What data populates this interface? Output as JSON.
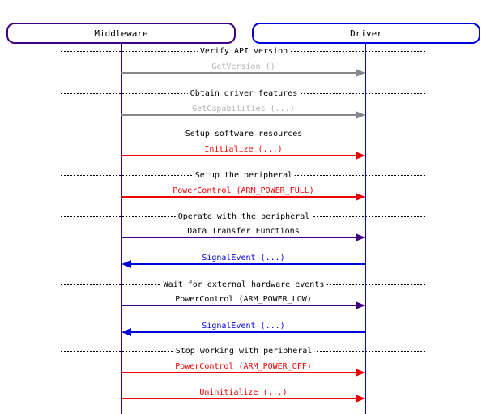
{
  "diagram": {
    "type": "sequence-diagram",
    "actors": [
      {
        "label": "Middleware",
        "color": "#400080"
      },
      {
        "label": "Driver",
        "color": "#0000dd"
      }
    ],
    "colors": {
      "gray_line": "#878787",
      "gray_text": "#b3b3b3",
      "red": "#ee0000",
      "blue": "#0000dd",
      "purple": "#400080",
      "black": "#000000",
      "background": "#ffffff"
    },
    "dividers": [
      {
        "label": "Verify API version"
      },
      {
        "label": "Obtain driver features"
      },
      {
        "label": "Setup software resources"
      },
      {
        "label": "Setup the peripheral"
      },
      {
        "label": "Operate with the peripheral"
      },
      {
        "label": "Wait for external hardware events"
      },
      {
        "label": "Stop working with peripheral"
      }
    ],
    "messages": [
      {
        "label": "GetVersion ()",
        "from": "Middleware",
        "to": "Driver",
        "style": "gray"
      },
      {
        "label": "GetCapabilities (...)",
        "from": "Middleware",
        "to": "Driver",
        "style": "gray"
      },
      {
        "label": "Initialize (...)",
        "from": "Middleware",
        "to": "Driver",
        "style": "red"
      },
      {
        "label": "PowerControl (ARM_POWER_FULL)",
        "from": "Middleware",
        "to": "Driver",
        "style": "red"
      },
      {
        "label": "Data Transfer Functions",
        "from": "Middleware",
        "to": "Driver",
        "style": "purple"
      },
      {
        "label": "SignalEvent (...)",
        "from": "Driver",
        "to": "Middleware",
        "style": "blue"
      },
      {
        "label": "PowerControl (ARM_POWER_LOW)",
        "from": "Middleware",
        "to": "Driver",
        "style": "purple"
      },
      {
        "label": "SignalEvent (...)",
        "from": "Driver",
        "to": "Middleware",
        "style": "blue"
      },
      {
        "label": "PowerControl (ARM_POWER_OFF)",
        "from": "Middleware",
        "to": "Driver",
        "style": "red"
      },
      {
        "label": "Uninitialize (...)",
        "from": "Middleware",
        "to": "Driver",
        "style": "red"
      }
    ]
  }
}
